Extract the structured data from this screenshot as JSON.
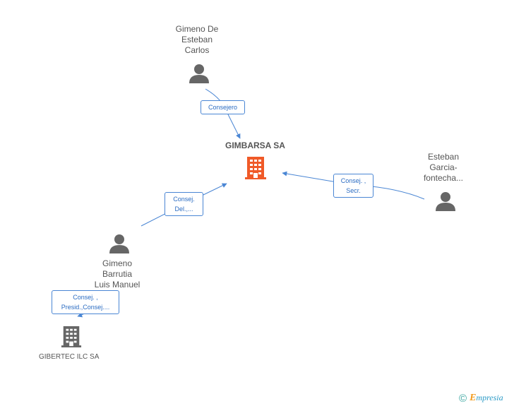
{
  "main_company": {
    "name": "GIMBARSA SA",
    "icon": "building-icon",
    "color": "#f05a28"
  },
  "persons": [
    {
      "id": "gimeno-de-esteban",
      "name_lines": [
        "Gimeno De",
        "Esteban",
        "Carlos"
      ],
      "icon": "person-icon"
    },
    {
      "id": "esteban-garcia",
      "name_lines": [
        "Esteban",
        "Garcia-",
        "fontecha..."
      ],
      "icon": "person-icon"
    },
    {
      "id": "gimeno-barrutia",
      "name_lines": [
        "Gimeno",
        "Barrutia",
        "Luis Manuel"
      ],
      "icon": "person-icon"
    }
  ],
  "other_companies": [
    {
      "id": "gibertec",
      "name": "GIBERTEC ILC SA",
      "icon": "building-icon",
      "color": "#666666"
    }
  ],
  "relations": [
    {
      "lines": [
        "Consejero"
      ]
    },
    {
      "lines": [
        "Consej. ,",
        "Secr."
      ]
    },
    {
      "lines": [
        "Consej.",
        "Del.,..."
      ]
    },
    {
      "lines": [
        "Consej. ,",
        "Presid.,Consej...."
      ]
    }
  ],
  "brand": {
    "copyright_symbol": "©",
    "initial": "E",
    "name": "mpresia"
  },
  "colors": {
    "edge": "#4a86d4",
    "person_icon": "#666666"
  }
}
